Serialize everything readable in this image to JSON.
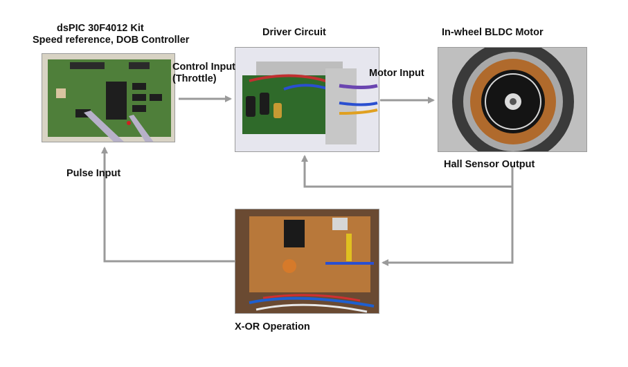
{
  "blocks": {
    "controller": {
      "title_line1": "dsPIC 30F4012 Kit",
      "title_line2": "Speed reference, DOB Controller"
    },
    "driver": {
      "title": "Driver Circuit"
    },
    "motor": {
      "title": "In-wheel BLDC Motor"
    },
    "xor": {
      "title": "X-OR Operation"
    }
  },
  "signals": {
    "control_input_line1": "Control Input",
    "control_input_line2": "(Throttle)",
    "motor_input": "Motor Input",
    "hall_sensor_output": "Hall Sensor Output",
    "pulse_input": "Pulse Input"
  },
  "colors": {
    "connector": "#9a9a9a",
    "pcb_green": "#4f7f3a",
    "stripboard": "#b8783a",
    "motor_copper": "#b06a2c"
  }
}
